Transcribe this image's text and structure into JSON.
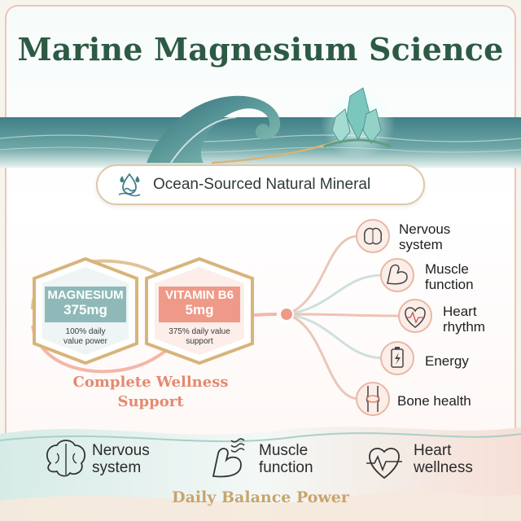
{
  "title": "Marine Magnesium Science",
  "banner": {
    "text": "Ocean-Sourced Natural Mineral",
    "icon": "water-drops-icon"
  },
  "nutrients": [
    {
      "name": "MAGNESIUM",
      "dose": "375mg",
      "caption_line1": "100% daily",
      "caption_line2": "value power",
      "color": "#8fb9b9"
    },
    {
      "name": "VITAMIN B6",
      "dose": "5mg",
      "caption_line1": "375% daily value",
      "caption_line2": "support",
      "color": "#ef9a88"
    }
  ],
  "tagline": {
    "line1": "Complete Wellness",
    "line2": "Support"
  },
  "benefits": [
    {
      "line1": "Nervous",
      "line2": "system",
      "icon": "brain-icon"
    },
    {
      "line1": "Muscle",
      "line2": "function",
      "icon": "flexed-arm-icon"
    },
    {
      "line1": "Heart",
      "line2": "rhythm",
      "icon": "heart-pulse-icon"
    },
    {
      "line1": "Energy",
      "line2": "",
      "icon": "battery-bolt-icon"
    },
    {
      "line1": "Bone health",
      "line2": "",
      "icon": "joint-icon"
    }
  ],
  "bottom_items": [
    {
      "line1": "Nervous",
      "line2": "system",
      "icon": "brain-icon"
    },
    {
      "line1": "Muscle",
      "line2": "function",
      "icon": "muscle-spring-icon"
    },
    {
      "line1": "Heart",
      "line2": "wellness",
      "icon": "heart-pulse-icon"
    }
  ],
  "footer": "Daily Balance Power",
  "colors": {
    "title": "#2d5a45",
    "accent_teal": "#8fb9b9",
    "accent_coral": "#ef9a88",
    "gold": "#c9a46a"
  }
}
